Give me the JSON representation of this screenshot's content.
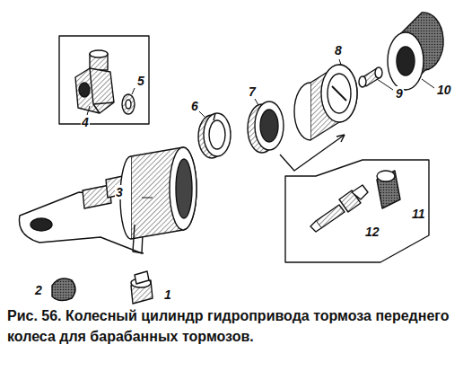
{
  "diagram": {
    "caption": "Рис. 56. Колесный цилиндр гидропривода тормоза переднего колеса для барабанных тормозов.",
    "labels": [
      "1",
      "2",
      "3",
      "4",
      "5",
      "6",
      "7",
      "8",
      "9",
      "10",
      "11",
      "12"
    ]
  }
}
